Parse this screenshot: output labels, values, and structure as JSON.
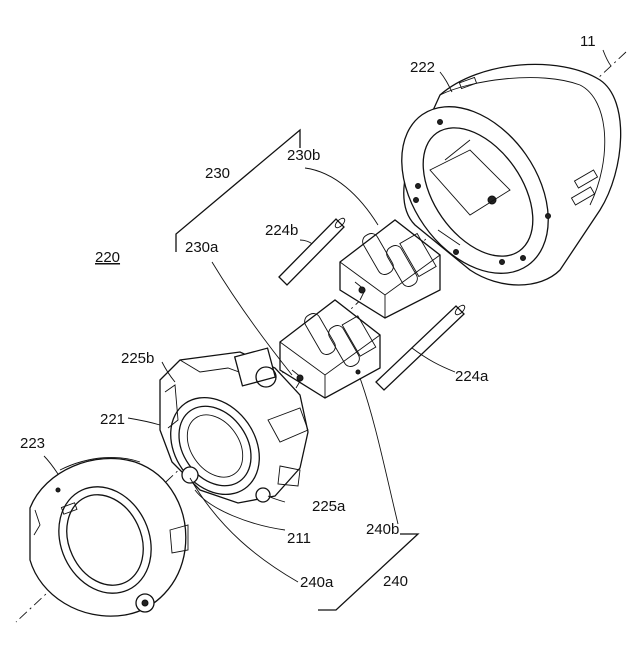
{
  "labels": {
    "axis": "11",
    "rear_barrel": "222",
    "group_230": "230",
    "part_230a": "230a",
    "part_230b": "230b",
    "shaft_224a": "224a",
    "shaft_224b": "224b",
    "assembly_220": "220",
    "part_225a": "225a",
    "part_225b": "225b",
    "body_221": "221",
    "ring_223": "223",
    "lens_211": "211",
    "group_240": "240",
    "part_240a": "240a",
    "part_240b": "240b"
  }
}
